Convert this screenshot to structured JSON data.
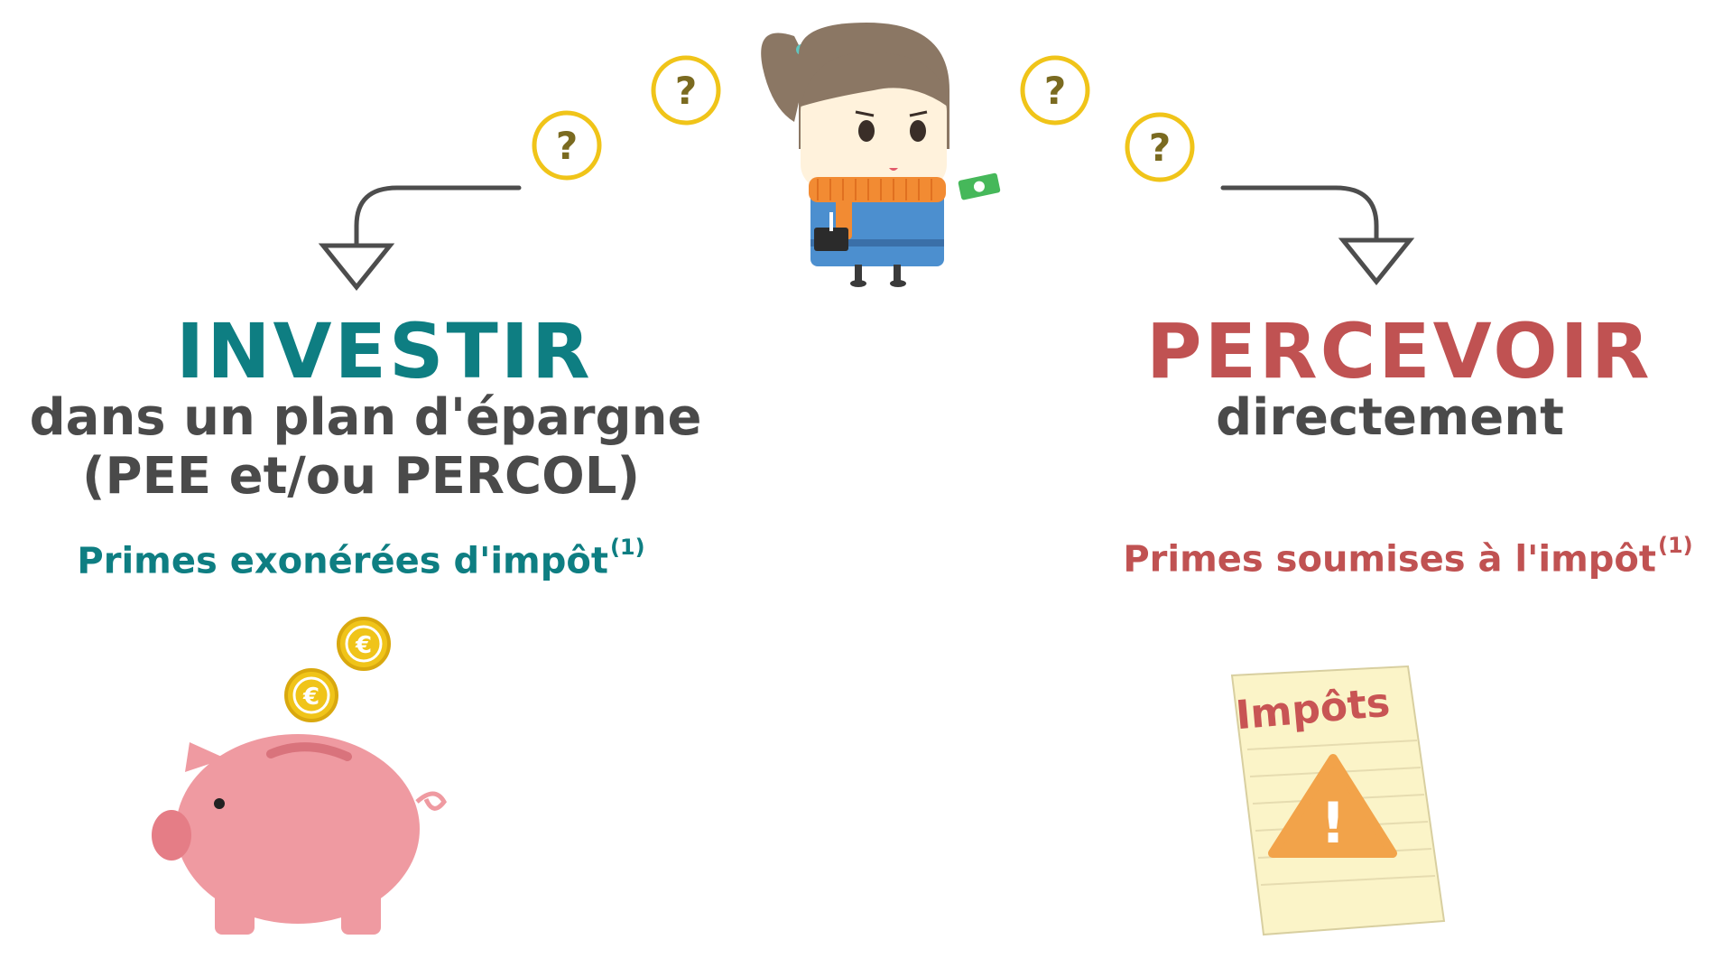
{
  "colors": {
    "teal": "#0e7e82",
    "red": "#c05252",
    "dark_text": "#4a4a4a",
    "gold": "#f0c419",
    "pig_pink": "#ef9aa1",
    "arrow_gray": "#4d4d4d"
  },
  "question_glyph": "?",
  "left": {
    "title": "INVESTIR",
    "line1": "dans un plan d'épargne",
    "line2": "(PEE et/ou PERCOL)",
    "note": "Primes exonérées d'impôt",
    "note_sup": "(1)",
    "coin_symbol": "€"
  },
  "right": {
    "title": "PERCEVOIR",
    "line1": "directement",
    "note": "Primes soumises à l'impôt",
    "note_sup": "(1)",
    "paper_label": "Impôts",
    "warning_glyph": "!"
  },
  "icons": {
    "character": "woman-holding-money-icon",
    "piggy": "piggy-bank-icon",
    "tax": "tax-notice-icon"
  }
}
